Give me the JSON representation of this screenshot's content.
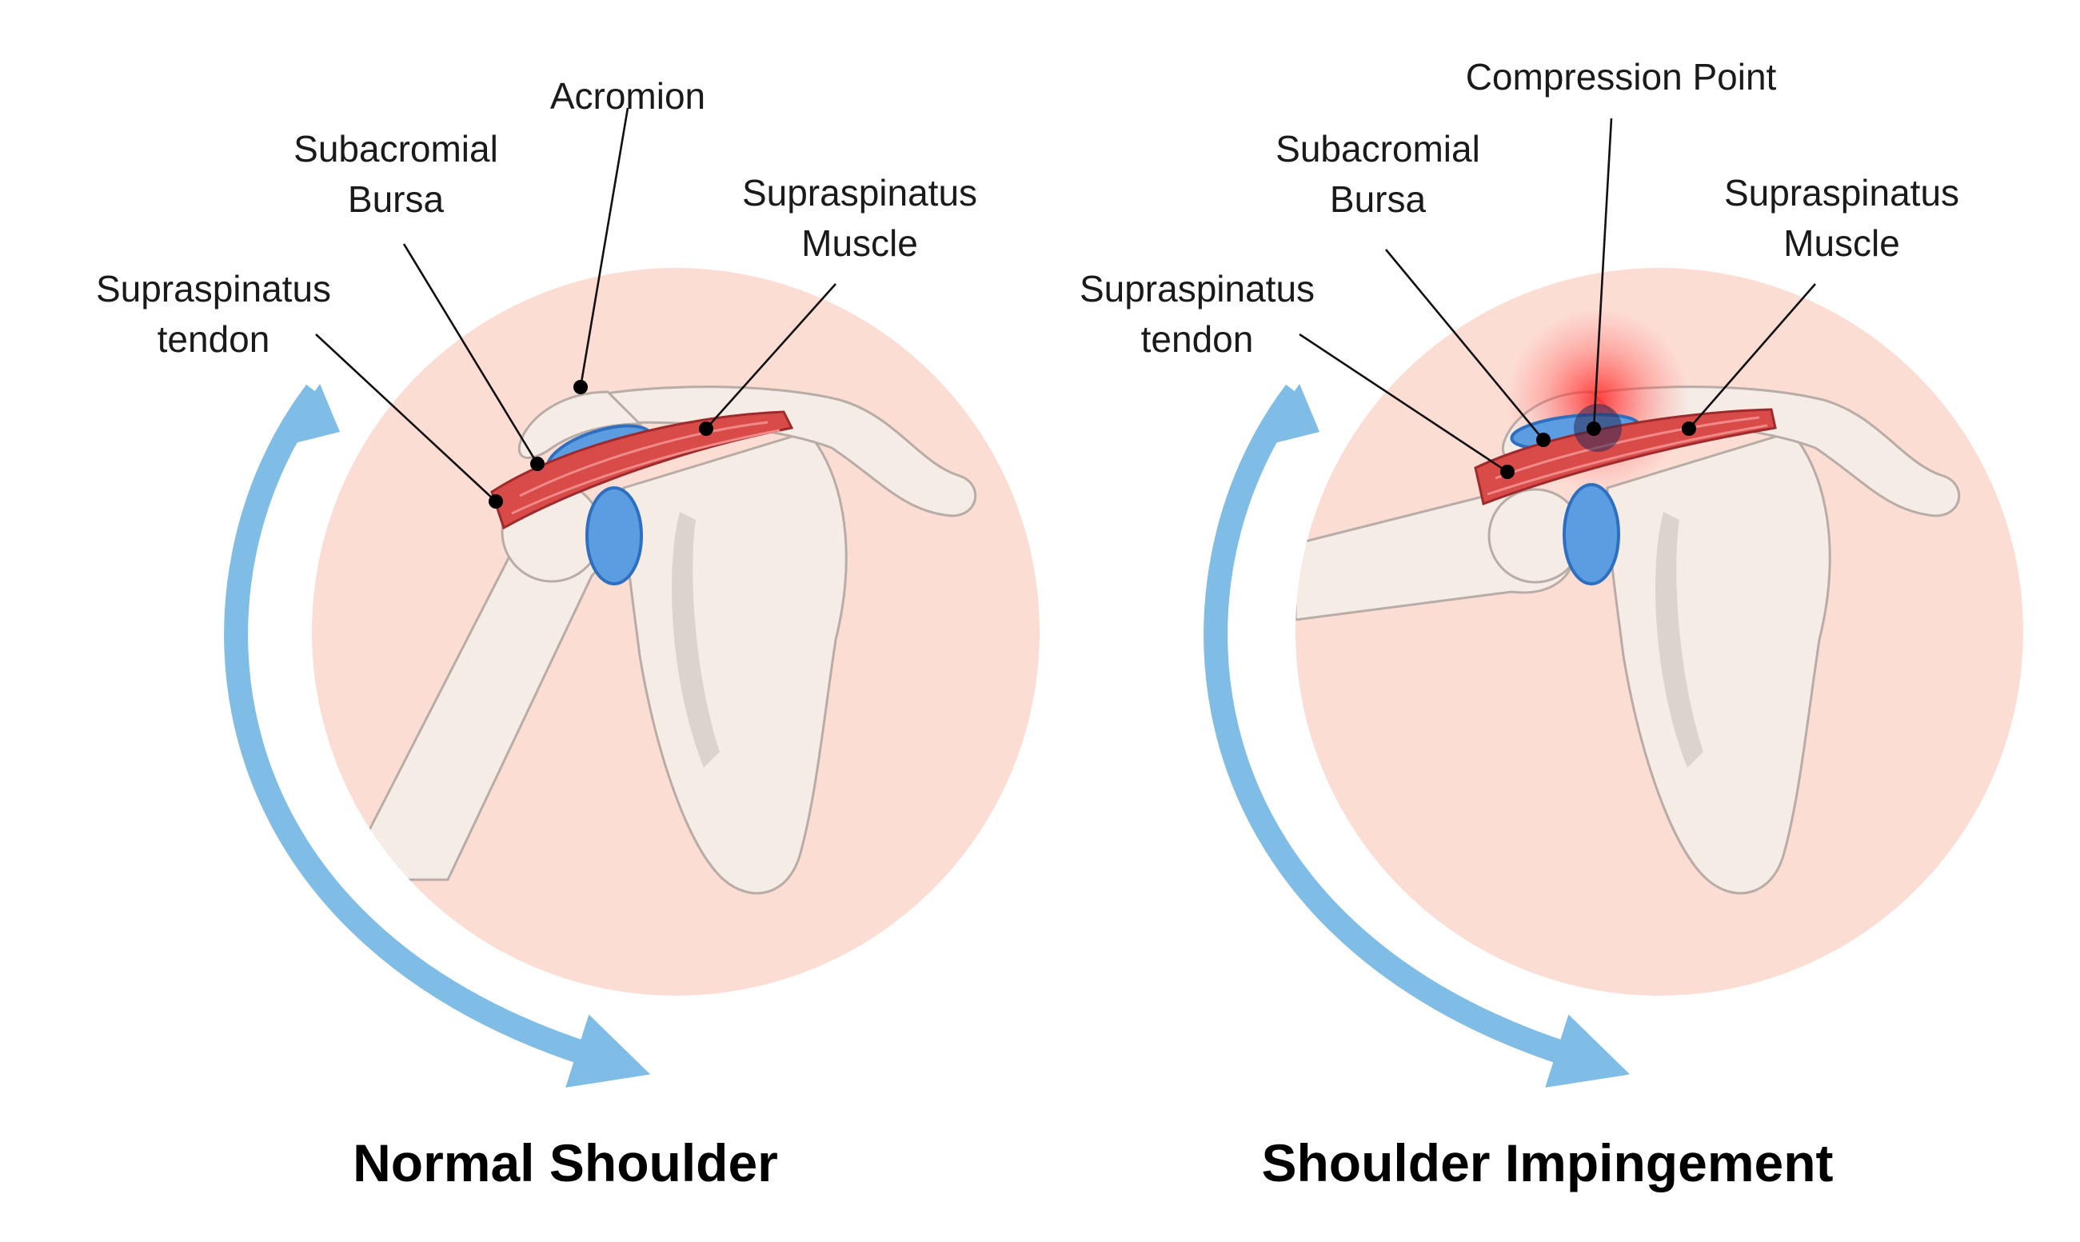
{
  "panels": {
    "normal": {
      "title": "Normal Shoulder",
      "labels": {
        "acromion": "Acromion",
        "bursa_l1": "Subacromial",
        "bursa_l2": "Bursa",
        "muscle_l1": "Supraspinatus",
        "muscle_l2": "Muscle",
        "tendon_l1": "Supraspinatus",
        "tendon_l2": "tendon"
      }
    },
    "impingement": {
      "title": "Shoulder Impingement",
      "labels": {
        "compression": "Compression Point",
        "bursa_l1": "Subacromial",
        "bursa_l2": "Bursa",
        "muscle_l1": "Supraspinatus",
        "muscle_l2": "Muscle",
        "tendon_l1": "Supraspinatus",
        "tendon_l2": "tendon"
      }
    }
  },
  "colors": {
    "background_circle": "#fcddd4",
    "arrow": "#7fbde6",
    "bone": "#f6ece6",
    "cartilage": "#5b9de0",
    "muscle": "#d94b49",
    "inflammation": "#ff2a2a"
  }
}
